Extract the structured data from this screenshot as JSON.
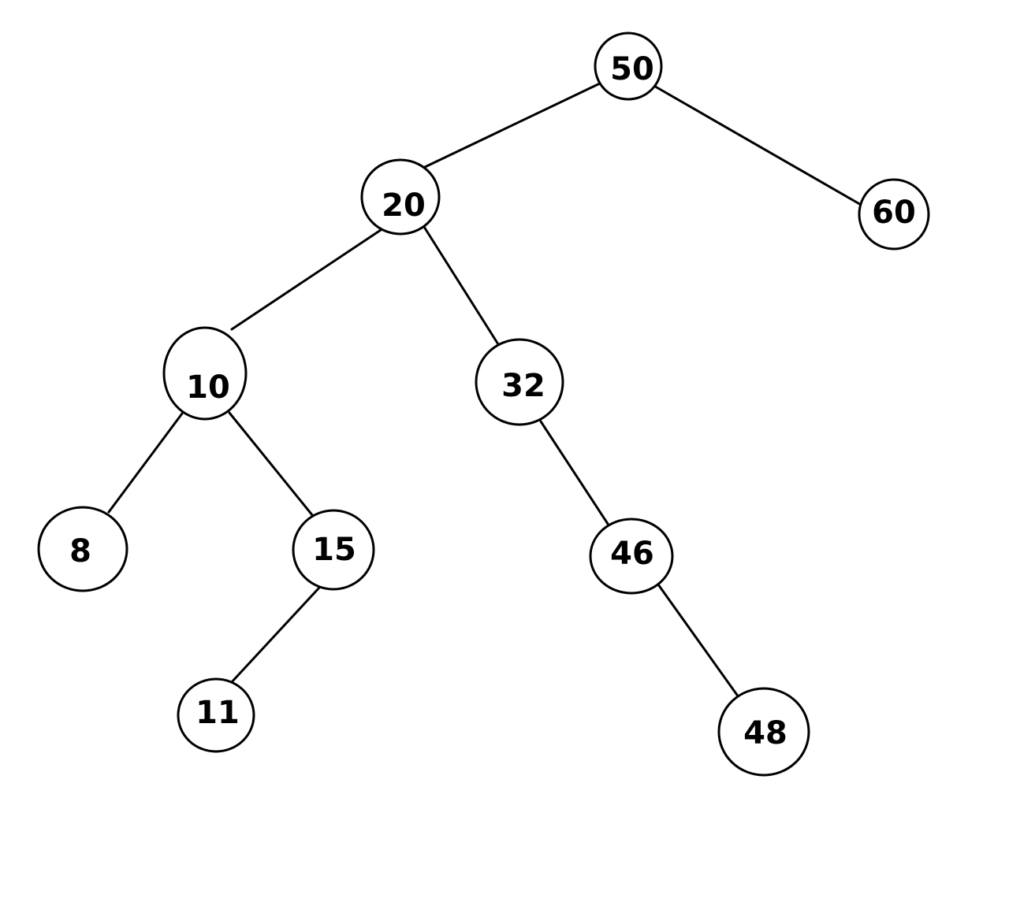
{
  "tree": {
    "root": "50",
    "nodes": [
      {
        "id": "n50",
        "label": "50"
      },
      {
        "id": "n20",
        "label": "20"
      },
      {
        "id": "n60",
        "label": "60"
      },
      {
        "id": "n10",
        "label": "10"
      },
      {
        "id": "n32",
        "label": "32"
      },
      {
        "id": "n8",
        "label": "8"
      },
      {
        "id": "n15",
        "label": "15"
      },
      {
        "id": "n46",
        "label": "46"
      },
      {
        "id": "n11",
        "label": "11"
      },
      {
        "id": "n48",
        "label": "48"
      }
    ],
    "edges": [
      {
        "from": "n50",
        "to": "n20"
      },
      {
        "from": "n50",
        "to": "n60"
      },
      {
        "from": "n20",
        "to": "n10"
      },
      {
        "from": "n20",
        "to": "n32"
      },
      {
        "from": "n10",
        "to": "n8"
      },
      {
        "from": "n10",
        "to": "n15"
      },
      {
        "from": "n15",
        "to": "n11"
      },
      {
        "from": "n32",
        "to": "n46"
      },
      {
        "from": "n46",
        "to": "n48"
      }
    ]
  },
  "colors": {
    "stroke": "#000000",
    "background": "#ffffff"
  }
}
